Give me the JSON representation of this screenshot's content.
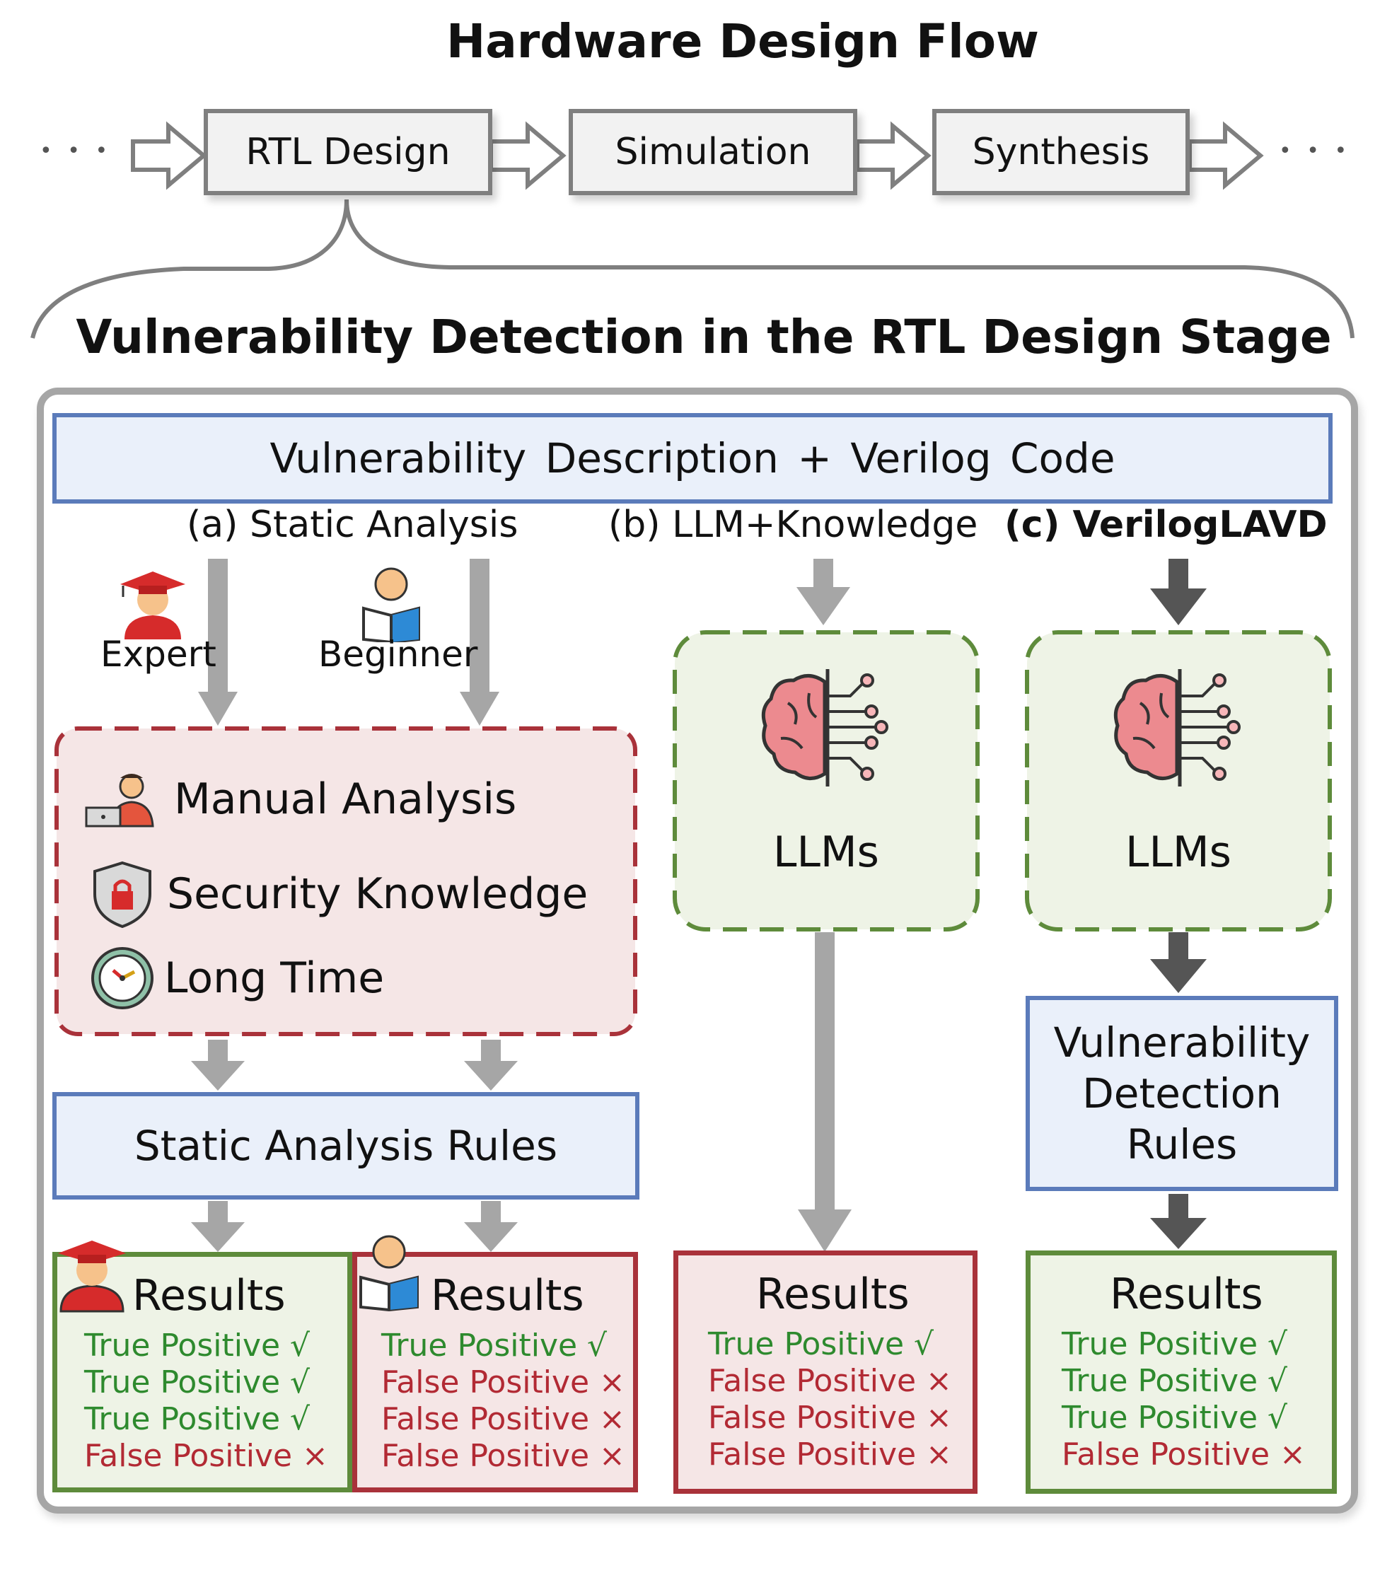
{
  "title": "Hardware Design Flow",
  "flow": {
    "steps": [
      "RTL Design",
      "Simulation",
      "Synthesis"
    ],
    "ellipsis": "• • •"
  },
  "section_title": "Vulnerability Detection in the RTL Design Stage",
  "input_header": "Vulnerability Description + Verilog Code",
  "columns": {
    "a": "(a) Static Analysis",
    "b": "(b) LLM+Knowledge",
    "c": "(c) VerilogLAVD"
  },
  "people": {
    "expert": "Expert",
    "beginner": "Beginner"
  },
  "manual_box": {
    "items": [
      "Manual Analysis",
      "Security Knowledge",
      "Long Time"
    ]
  },
  "static_rules": "Static Analysis Rules",
  "llm_label": "LLMs",
  "detection_rules": "Vulnerability Detection Rules",
  "results_title": "Results",
  "results": [
    {
      "items": [
        {
          "text": "True Positive  √",
          "kind": "tp"
        },
        {
          "text": "True Positive  √",
          "kind": "tp"
        },
        {
          "text": "True Positive  √",
          "kind": "tp"
        },
        {
          "text": "False Positive ×",
          "kind": "fp"
        }
      ]
    },
    {
      "items": [
        {
          "text": "True Positive  √",
          "kind": "tp"
        },
        {
          "text": "False Positive ×",
          "kind": "fp"
        },
        {
          "text": "False Positive ×",
          "kind": "fp"
        },
        {
          "text": "False Positive ×",
          "kind": "fp"
        }
      ]
    },
    {
      "items": [
        {
          "text": "True Positive  √",
          "kind": "tp"
        },
        {
          "text": "False Positive ×",
          "kind": "fp"
        },
        {
          "text": "False Positive ×",
          "kind": "fp"
        },
        {
          "text": "False Positive ×",
          "kind": "fp"
        }
      ]
    },
    {
      "items": [
        {
          "text": "True Positive  √",
          "kind": "tp"
        },
        {
          "text": "True Positive  √",
          "kind": "tp"
        },
        {
          "text": "True Positive  √",
          "kind": "tp"
        },
        {
          "text": "False Positive ×",
          "kind": "fp"
        }
      ]
    }
  ],
  "colors": {
    "flow_border": "#7f7f7f",
    "blue_border": "#5b7bba",
    "green_border": "#5e8b3b",
    "red_border": "#a9323a",
    "arrow_light": "#a6a6a6",
    "arrow_dark": "#555555"
  }
}
